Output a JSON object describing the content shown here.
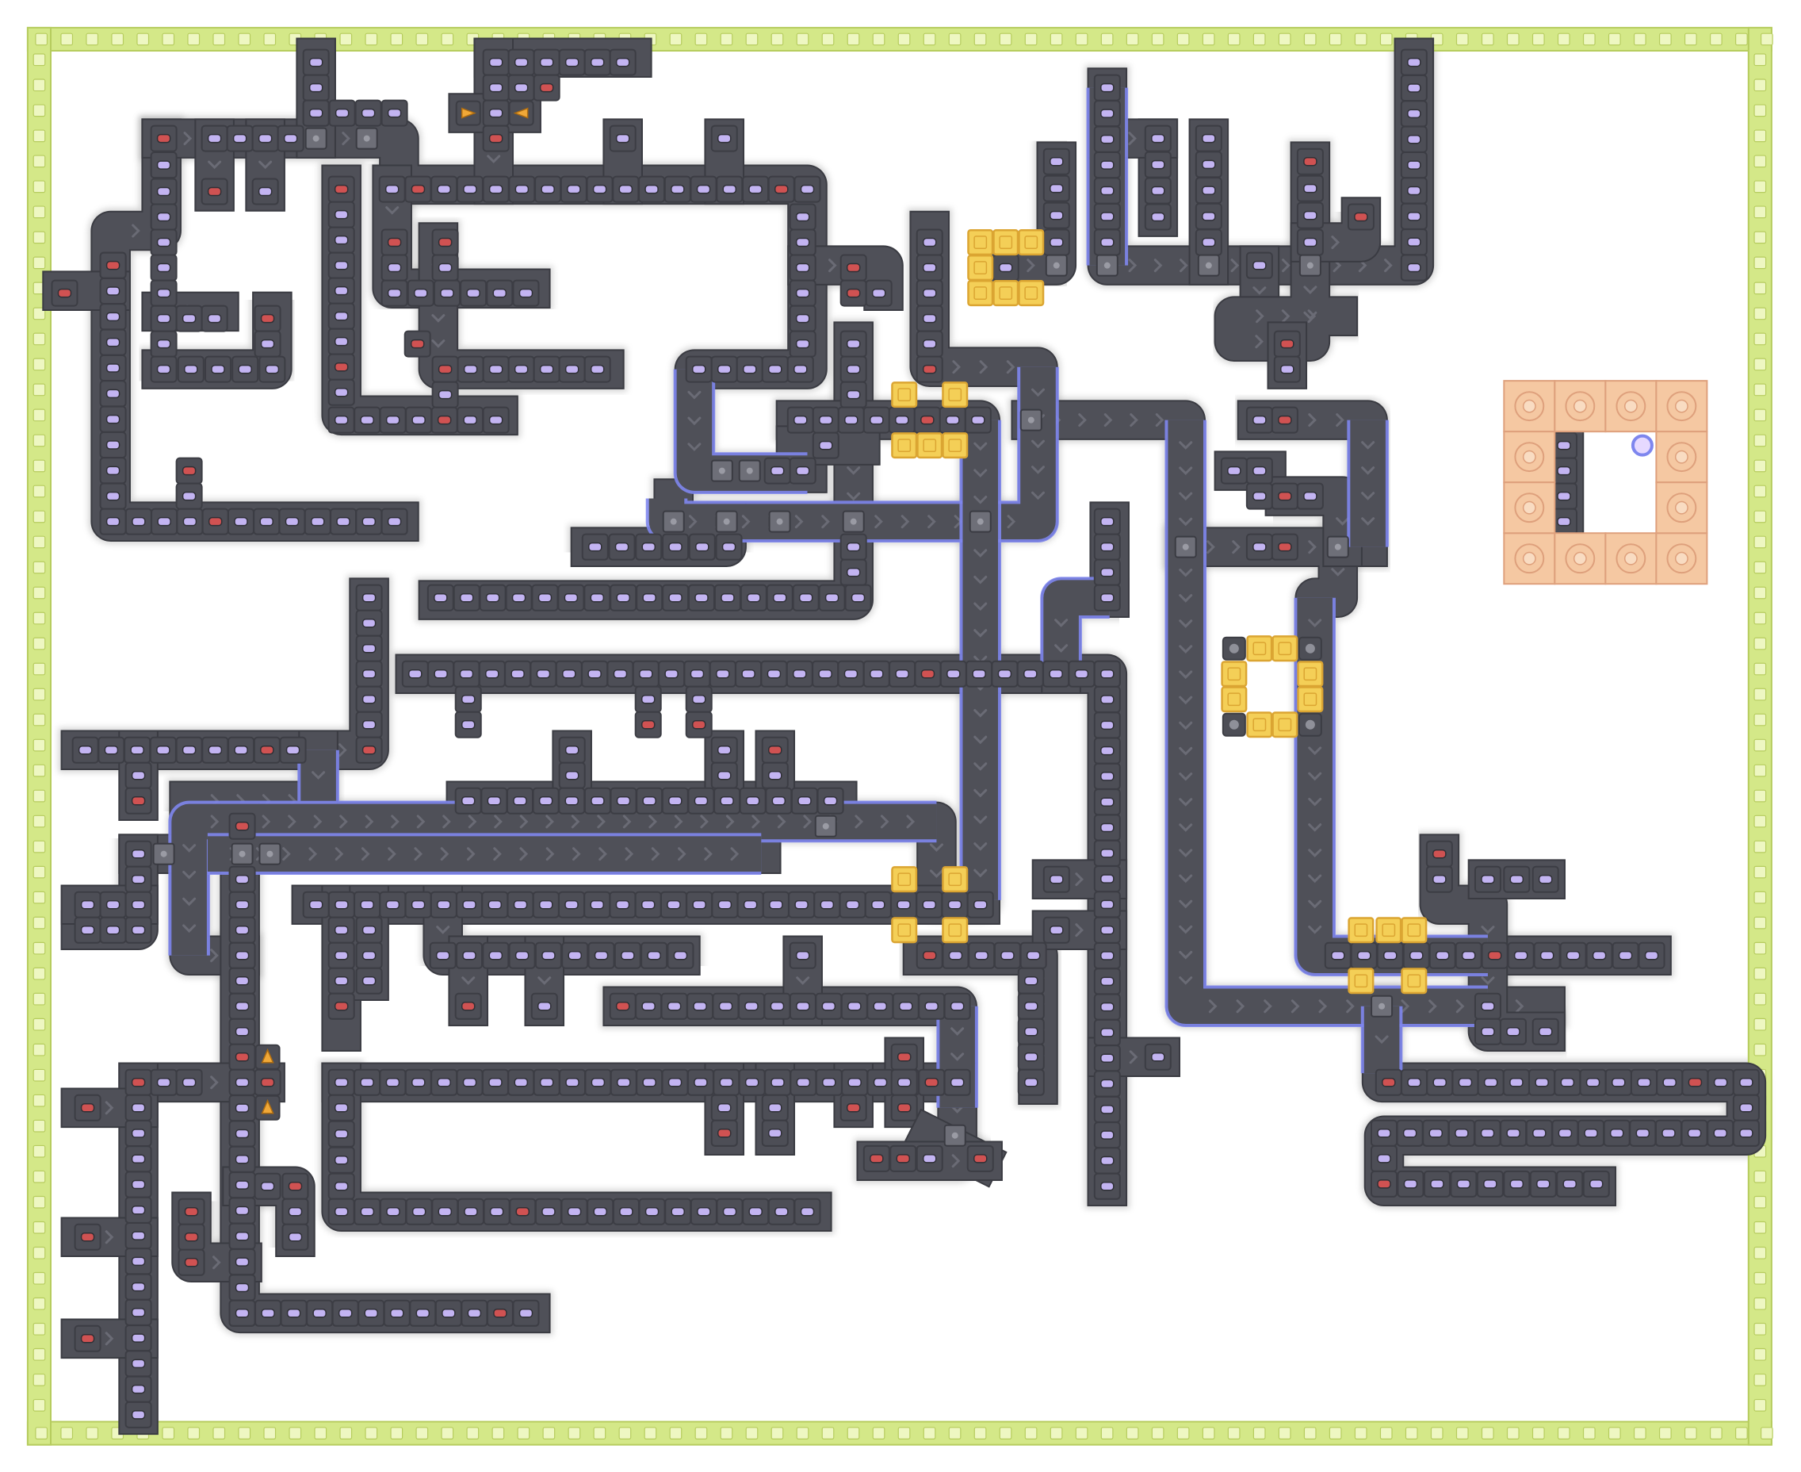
{
  "game": {
    "type": "factory-conveyor-puzzle",
    "hud_text": []
  },
  "palette": {
    "background": "#ffffff",
    "wall_fill": "#d4e888",
    "wall_stroke": "#b6cc5e",
    "wall_stud": "#eef7c2",
    "belt": "#4f5058",
    "belt_edge": "#3a3b42",
    "chevron": "#6a6b75",
    "junction": "#6e6f78",
    "rail": "#7e86ee",
    "block": "#4d4e56",
    "block_inner": "#3c3d44",
    "pip_purple": "#c3b4f2",
    "pip_red": "#d05252",
    "gold_fill": "#f4cf57",
    "gold_stroke": "#dba532",
    "crate_fill": "#f5c8a2",
    "crate_stroke": "#dea07c",
    "arrow_tile": "#f0a838"
  },
  "icons": {
    "wall_tile": "square-stud-icon",
    "conveyor": "chevron-belt-icon",
    "machine": "slot-block-icon",
    "pressure_plate": "gold-plate-icon",
    "goal_crate": "crate-tile-icon",
    "player": "player-marker-icon",
    "arrow": "direction-arrow-icon"
  },
  "counts": {
    "gold_plate_groups": 7,
    "crate_frame_tiles": 12,
    "players": 1,
    "arrow_tiles": 4
  }
}
